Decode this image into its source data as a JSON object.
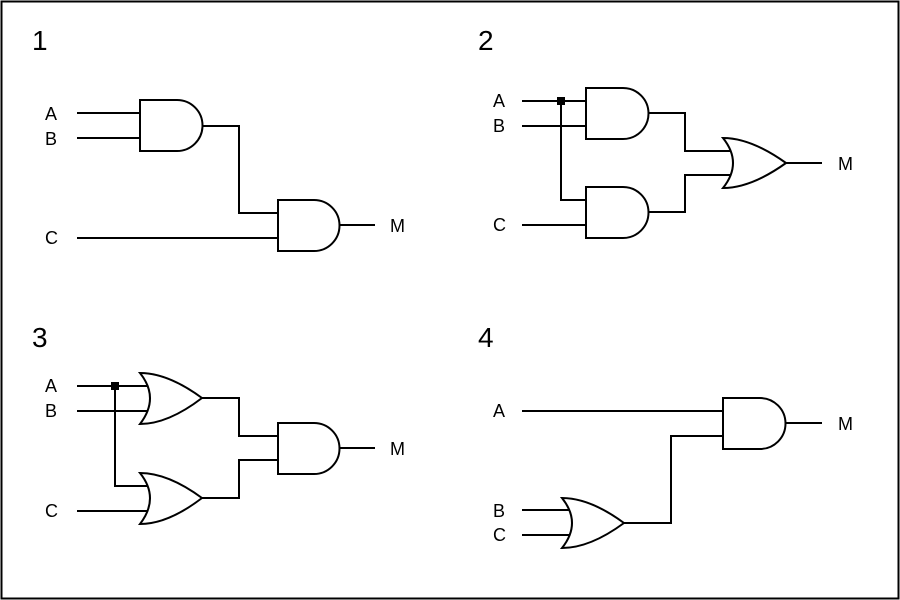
{
  "circuits": [
    {
      "number": "1",
      "inputs": [
        "A",
        "B",
        "C"
      ],
      "output": "M"
    },
    {
      "number": "2",
      "inputs": [
        "A",
        "B",
        "C"
      ],
      "output": "M"
    },
    {
      "number": "3",
      "inputs": [
        "A",
        "B",
        "C"
      ],
      "output": "M"
    },
    {
      "number": "4",
      "inputs": [
        "A",
        "B",
        "C"
      ],
      "output": "M"
    }
  ]
}
